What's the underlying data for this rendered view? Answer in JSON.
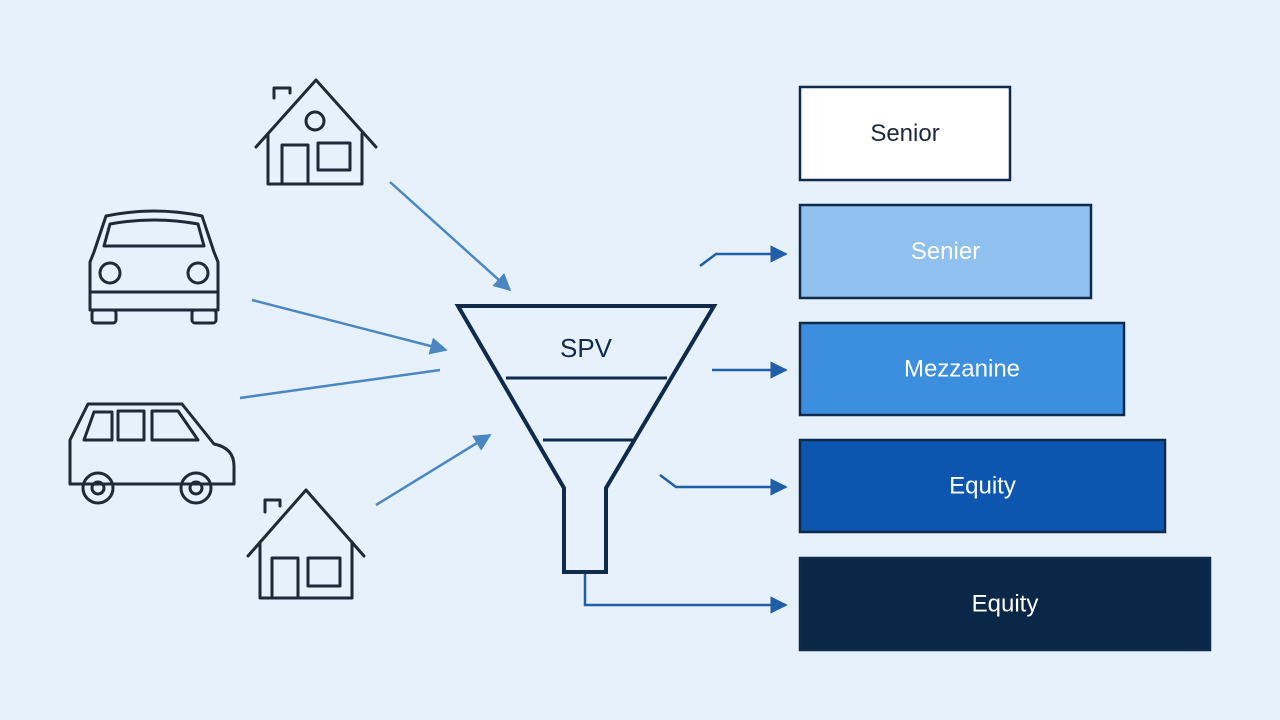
{
  "colors": {
    "background": "#e6f1fb",
    "icon_stroke": "#1f2937",
    "arrow": "#4a87c2",
    "funnel_stroke": "#0f2a4a"
  },
  "assets": [
    {
      "icon": "house-icon"
    },
    {
      "icon": "car-front-icon"
    },
    {
      "icon": "car-side-icon"
    },
    {
      "icon": "house-icon"
    }
  ],
  "spv": {
    "label": "SPV"
  },
  "tranches": [
    {
      "label": "Senior",
      "fill": "#ffffff",
      "text_color": "#1e293b"
    },
    {
      "label": "Senier",
      "fill": "#8fc0ee",
      "text_color": "#ffffff"
    },
    {
      "label": "Mezzanine",
      "fill": "#3b8fde",
      "text_color": "#ffffff"
    },
    {
      "label": "Equity",
      "fill": "#0d56b0",
      "text_color": "#ffffff"
    },
    {
      "label": "Equity",
      "fill": "#0b2747",
      "text_color": "#ffffff"
    }
  ]
}
